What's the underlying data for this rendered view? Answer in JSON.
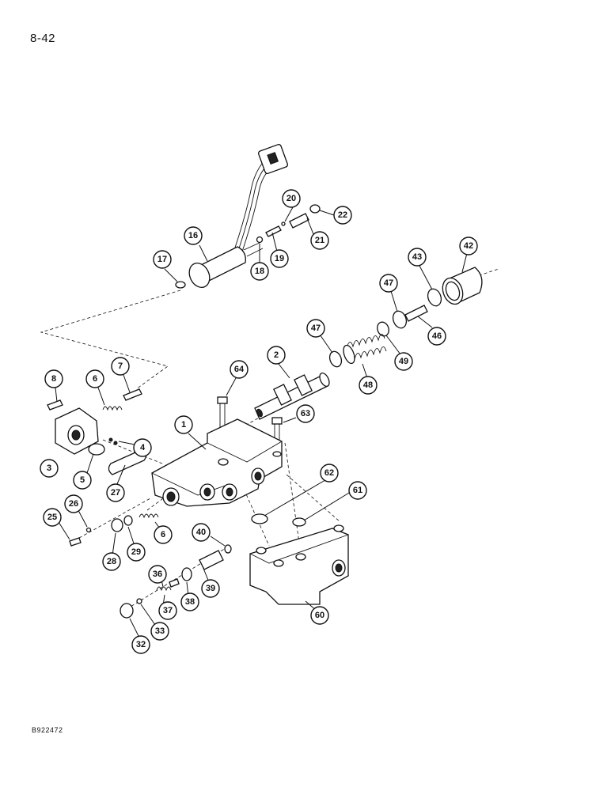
{
  "page_number": "8-42",
  "figure_code": "B922472",
  "callouts": [
    {
      "id": "c16",
      "label": "16"
    },
    {
      "id": "c17",
      "label": "17"
    },
    {
      "id": "c18",
      "label": "18"
    },
    {
      "id": "c19",
      "label": "19"
    },
    {
      "id": "c20",
      "label": "20"
    },
    {
      "id": "c21",
      "label": "21"
    },
    {
      "id": "c22",
      "label": "22"
    },
    {
      "id": "c42",
      "label": "42"
    },
    {
      "id": "c43",
      "label": "43"
    },
    {
      "id": "c47a",
      "label": "47"
    },
    {
      "id": "c47b",
      "label": "47"
    },
    {
      "id": "c46",
      "label": "46"
    },
    {
      "id": "c49",
      "label": "49"
    },
    {
      "id": "c48",
      "label": "48"
    },
    {
      "id": "c2",
      "label": "2"
    },
    {
      "id": "c64",
      "label": "64"
    },
    {
      "id": "c63",
      "label": "63"
    },
    {
      "id": "c8",
      "label": "8"
    },
    {
      "id": "c6a",
      "label": "6"
    },
    {
      "id": "c7",
      "label": "7"
    },
    {
      "id": "c1",
      "label": "1"
    },
    {
      "id": "c4",
      "label": "4"
    },
    {
      "id": "c3",
      "label": "3"
    },
    {
      "id": "c5",
      "label": "5"
    },
    {
      "id": "c27",
      "label": "27"
    },
    {
      "id": "c62",
      "label": "62"
    },
    {
      "id": "c61",
      "label": "61"
    },
    {
      "id": "c25",
      "label": "25"
    },
    {
      "id": "c26",
      "label": "26"
    },
    {
      "id": "c28",
      "label": "28"
    },
    {
      "id": "c29",
      "label": "29"
    },
    {
      "id": "c6b",
      "label": "6"
    },
    {
      "id": "c40",
      "label": "40"
    },
    {
      "id": "c36",
      "label": "36"
    },
    {
      "id": "c39",
      "label": "39"
    },
    {
      "id": "c38",
      "label": "38"
    },
    {
      "id": "c37",
      "label": "37"
    },
    {
      "id": "c60",
      "label": "60"
    },
    {
      "id": "c33",
      "label": "33"
    },
    {
      "id": "c32",
      "label": "32"
    }
  ]
}
